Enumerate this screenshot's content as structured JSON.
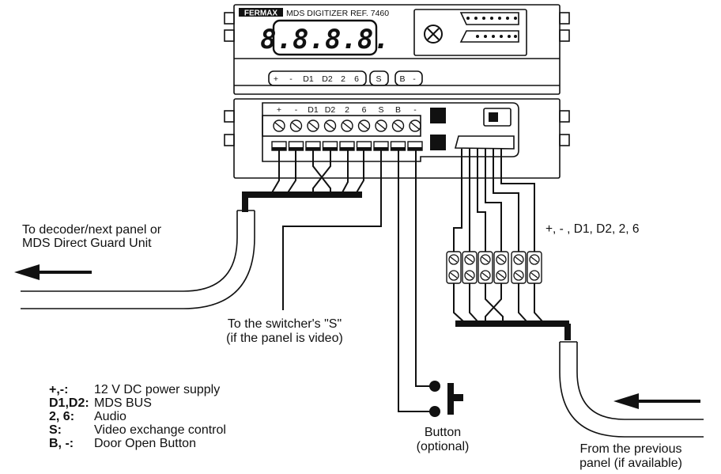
{
  "device": {
    "brand": "FERMAX",
    "model_title": "MDS DIGITIZER REF. 7460",
    "display": "8.8.8.8.",
    "bottom_labels": [
      "+",
      "-",
      "D1",
      "D2",
      "2",
      "6"
    ],
    "bottom_label_s": "S",
    "bottom_label_b": "B",
    "bottom_label_minus": "-"
  },
  "terminals": [
    "+",
    "-",
    "D1",
    "D2",
    "2",
    "6",
    "S",
    "B",
    "-"
  ],
  "labels": {
    "to_decoder": "To decoder/next panel or",
    "to_decoder_2": "MDS Direct Guard Unit",
    "bus_wires": "+, - , D1, D2, 2, 6",
    "to_switcher": "To the switcher's \"S\"",
    "to_switcher_2": "(if the panel is video)",
    "button": "Button",
    "button_2": "(optional)",
    "from_previous": "From the previous",
    "from_previous_2": "panel (if available)"
  },
  "legend": [
    {
      "key": "+,-:",
      "value": "12 V DC power supply"
    },
    {
      "key": "D1,D2:",
      "value": "MDS BUS"
    },
    {
      "key": "2, 6:",
      "value": "Audio"
    },
    {
      "key": "S:",
      "value": "Video exchange control"
    },
    {
      "key": "B, -:",
      "value": "Door Open Button"
    }
  ]
}
